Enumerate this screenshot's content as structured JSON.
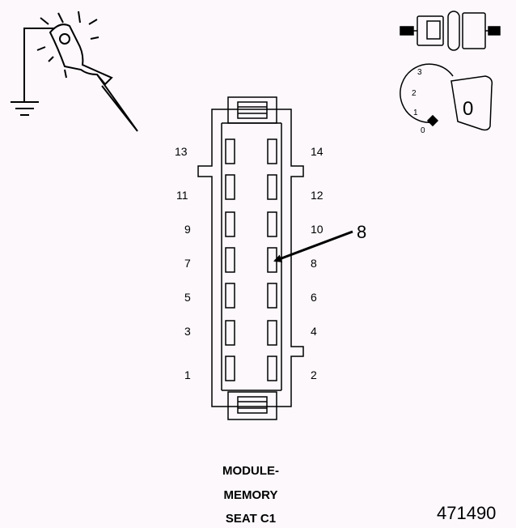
{
  "connector": {
    "name_lines": [
      "MODULE-",
      "MEMORY",
      "SEAT C1"
    ],
    "pins_left": [
      "13",
      "11",
      "9",
      "7",
      "5",
      "3",
      "1"
    ],
    "pins_right": [
      "14",
      "12",
      "10",
      "8",
      "6",
      "4",
      "2"
    ],
    "callout_pin": "8"
  },
  "ignition_key": {
    "positions": [
      "3",
      "2",
      "1",
      "0"
    ],
    "current": "0"
  },
  "figure_number": "471490",
  "icons": [
    "test-probe-ground-icon",
    "unplugged-connector-icon",
    "ignition-key-icon"
  ]
}
